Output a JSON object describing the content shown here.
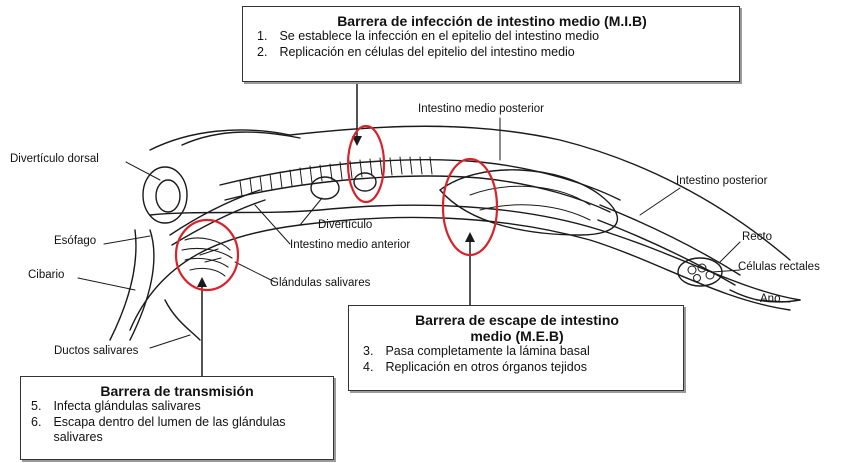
{
  "boxes": {
    "mib": {
      "title": "Barrera de infección de intestino medio (M.I.B)",
      "items": [
        {
          "num": "1.",
          "text": "Se establece la infección en el epitelio del intestino medio"
        },
        {
          "num": "2.",
          "text": "Replicación en células del epitelio del intestino medio"
        }
      ]
    },
    "meb": {
      "title_line1": "Barrera de escape de intestino",
      "title_line2": "medio (M.E.B)",
      "items": [
        {
          "num": "3.",
          "text": "Pasa completamente la lámina basal"
        },
        {
          "num": "4.",
          "text": "Replicación en otros órganos  tejidos"
        }
      ]
    },
    "transmission": {
      "title": "Barrera de transmisión",
      "items": [
        {
          "num": "5.",
          "text": "Infecta glándulas salivares"
        },
        {
          "num": "6.",
          "text": "Escapa dentro del lumen de las glándulas salivares"
        }
      ]
    }
  },
  "labels": {
    "diverticulo_dorsal": "Divertículo dorsal",
    "esofago": "Esófago",
    "cibario": "Cibario",
    "ductos_salivares": "Ductos salivares",
    "diverticulo": "Divertículo",
    "intestino_medio_anterior": "Intestino medio anterior",
    "glandulas_salivares": "Glándulas salivares",
    "intestino_medio_posterior": "Intestino medio posterior",
    "intestino_posterior": "Intestino posterior",
    "recto": "Recto",
    "celulas_rectales": "Células rectales",
    "ano": "Ano"
  },
  "colors": {
    "highlight_ring": "#d8232a",
    "ink": "#1a1a1a",
    "box_border": "#333333"
  }
}
